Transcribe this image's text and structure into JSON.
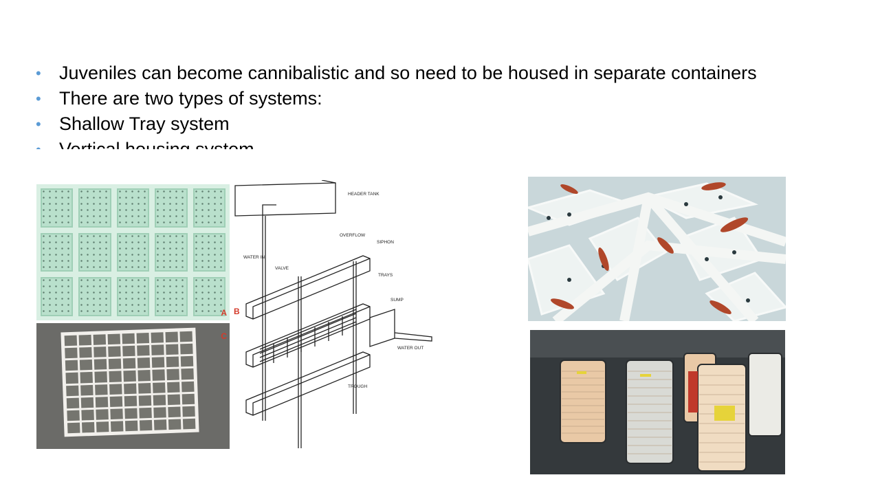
{
  "bullets": [
    {
      "text": "Juveniles can become cannibalistic and so need to be housed in separate containers"
    },
    {
      "text": "There are two types of systems:"
    },
    {
      "text": "Shallow Tray system"
    },
    {
      "text": "Vertical housing system"
    }
  ],
  "figures": {
    "trays": {
      "label_a": "A",
      "label_b": "B",
      "label_c": "C"
    },
    "diagram": {
      "labels": {
        "header_tank": "HEADER TANK",
        "overflow": "OVERFLOW",
        "siphon": "SIPHON",
        "water_in": "WATER IN",
        "valve": "VALVE",
        "trays": "TRAYS",
        "sump": "SUMP",
        "water_out": "WATER OUT",
        "trough": "TROUGH"
      }
    }
  },
  "colors": {
    "bullet": "#5b9bd5",
    "label_red": "#d43a2a"
  }
}
